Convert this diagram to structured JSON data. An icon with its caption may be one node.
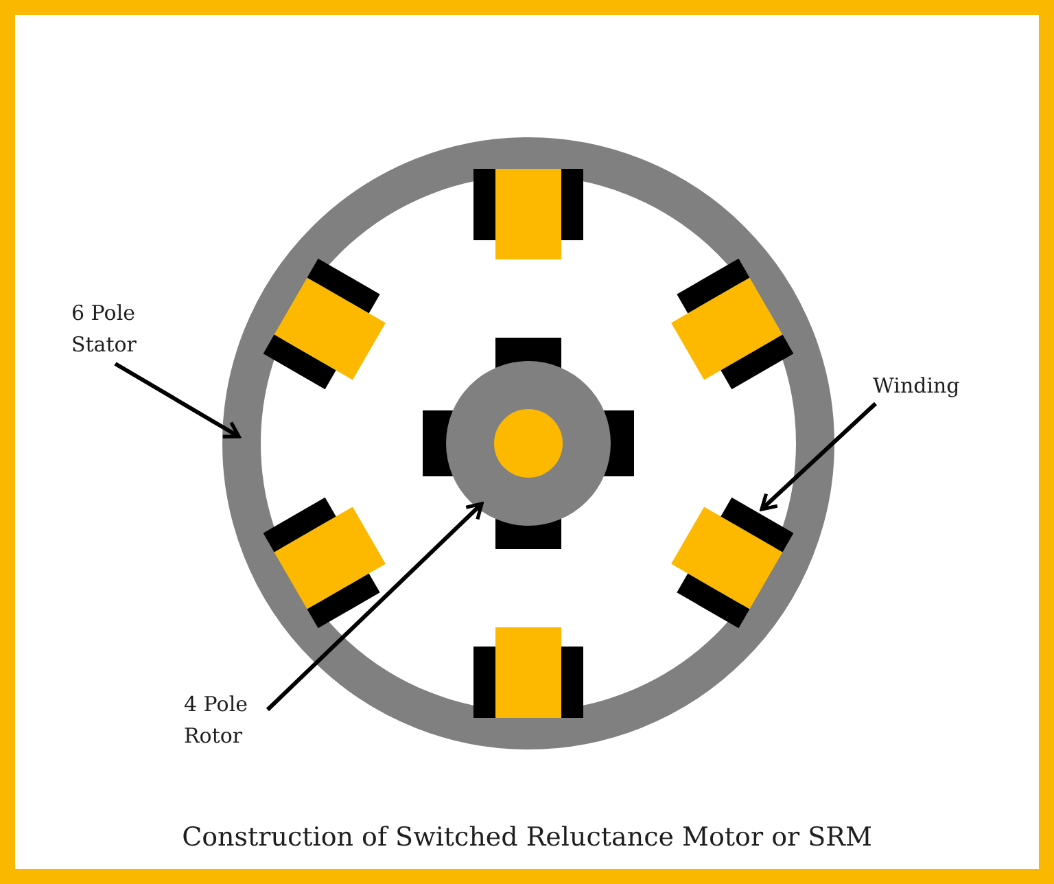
{
  "diagram": {
    "caption": "Construction of Switched Reluctance Motor or SRM",
    "nodes": [
      {
        "text": [
          "6 Pole Stator"
        ]
      },
      {
        "text": [],
        "shape": "circle"
      },
      {
        "text": [
          "Winding"
        ]
      },
      {
        "text": [],
        "shape": "box",
        "in": 1
      },
      {
        "text": [
          "4 Pole Rotor"
        ]
      },
      {
        "text": [],
        "shape": "circle",
        "in": 1
      },
      {
        "text": [],
        "shape": "box",
        "in": 1
      },
      {
        "text": [],
        "shape": "box",
        "in": 1
      },
      {
        "text": [],
        "shape": "box",
        "in": 1
      },
      {
        "text": [],
        "shape": "box",
        "in": 1
      },
      {
        "text": [],
        "shape": "box",
        "in": 1
      }
    ],
    "edges": [
      {
        "from": 0,
        "to": 1,
        "arrow": "to"
      },
      {
        "from": 2,
        "to": 3,
        "arrow": "to"
      },
      {
        "from": 4,
        "to": 5,
        "arrow": "to"
      }
    ]
  }
}
